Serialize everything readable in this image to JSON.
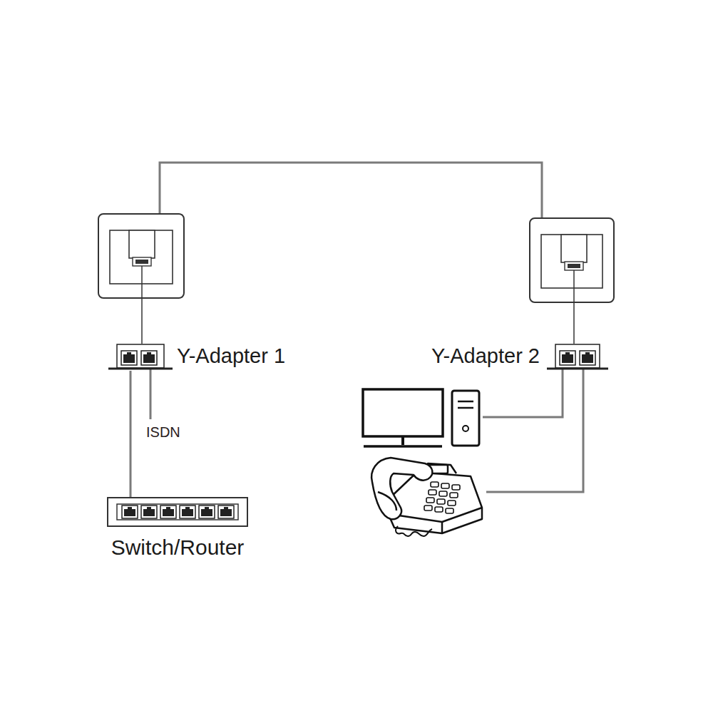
{
  "diagram": {
    "nodes": [
      {
        "text": [
          "Y-Adapter 1"
        ]
      },
      {
        "text": [
          "Y-Adapter 2"
        ]
      },
      {
        "text": [
          "Switch/Router"
        ]
      }
    ],
    "edges": [
      {
        "from": 0,
        "to": 2,
        "arrow": "none"
      }
    ],
    "labels": [
      "ISDN"
    ]
  }
}
